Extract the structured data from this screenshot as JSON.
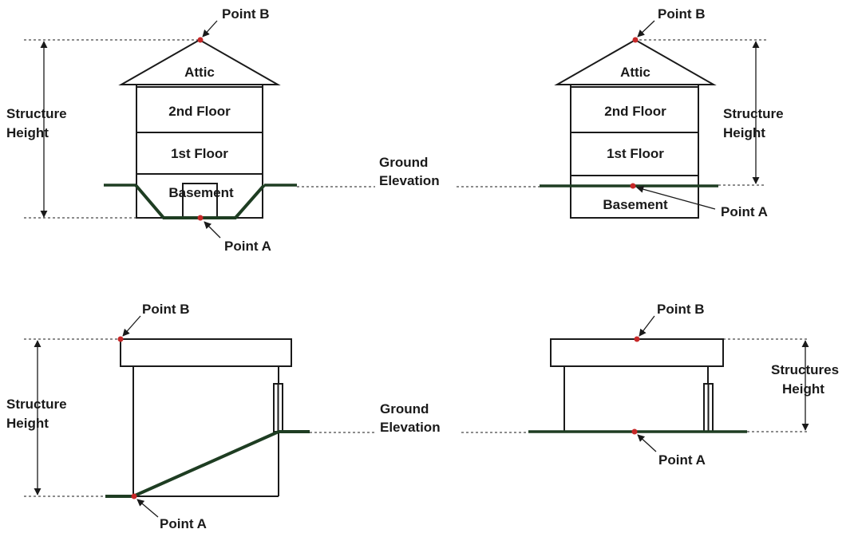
{
  "colors": {
    "ground": "#1e3d22",
    "point": "#c62828",
    "line": "#1a1a1a"
  },
  "panels": {
    "basement_house": {
      "point_b": "Point B",
      "point_a": "Point A",
      "height_label": [
        "Structure",
        "Height"
      ],
      "rooms": {
        "attic": "Attic",
        "floor2": "2nd Floor",
        "floor1": "1st Floor",
        "basement": "Basement"
      }
    },
    "walkout_house": {
      "point_b": "Point B",
      "point_a": "Point A",
      "height_label": [
        "Structure",
        "Height"
      ],
      "rooms": {
        "attic": "Attic",
        "floor2": "2nd Floor",
        "floor1": "1st Floor",
        "basement": "Basement"
      }
    },
    "sloped_slab": {
      "point_b": "Point B",
      "point_a": "Point A",
      "height_label": [
        "Structure",
        "Height"
      ]
    },
    "elevated_slab": {
      "point_b": "Point B",
      "point_a": "Point A",
      "height_label": [
        "Structures",
        "Height"
      ]
    }
  },
  "ground_elevation_top": [
    "Ground",
    "Elevation"
  ],
  "ground_elevation_bottom": [
    "Ground",
    "Elevation"
  ]
}
